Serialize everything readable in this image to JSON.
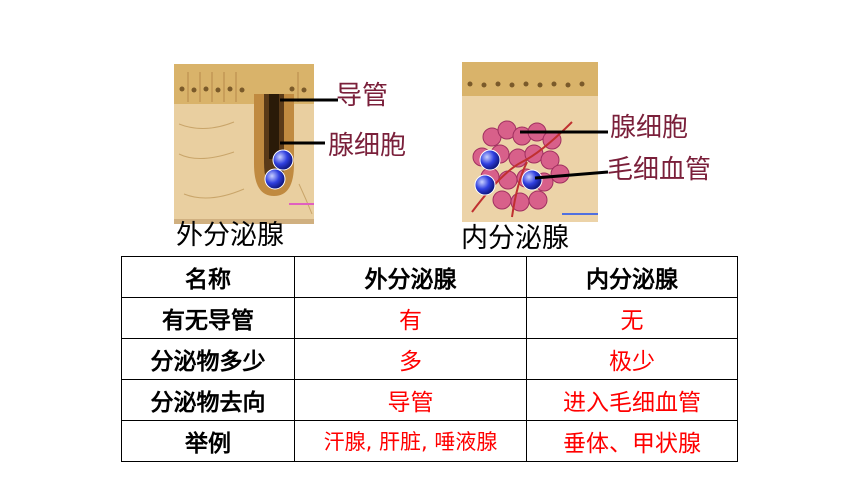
{
  "figure_left": {
    "labels": {
      "duct": "导管",
      "gland_cell": "腺细胞"
    },
    "caption": "外分泌腺"
  },
  "figure_right": {
    "labels": {
      "gland_cell": "腺细胞",
      "capillary": "毛细血管"
    },
    "caption": "内分泌腺"
  },
  "table": {
    "headers": [
      "名称",
      "外分泌腺",
      "内分泌腺"
    ],
    "rows": [
      [
        "有无导管",
        "有",
        "无"
      ],
      [
        "分泌物多少",
        "多",
        "极少"
      ],
      [
        "分泌物去向",
        "导管",
        "进入毛细血管"
      ],
      [
        "举例",
        "汗腺, 肝脏, 唾液腺",
        "垂体、甲状腺"
      ]
    ]
  },
  "colors": {
    "label": "#7a1f3a",
    "answer": "#ff0000",
    "border": "#000000"
  }
}
